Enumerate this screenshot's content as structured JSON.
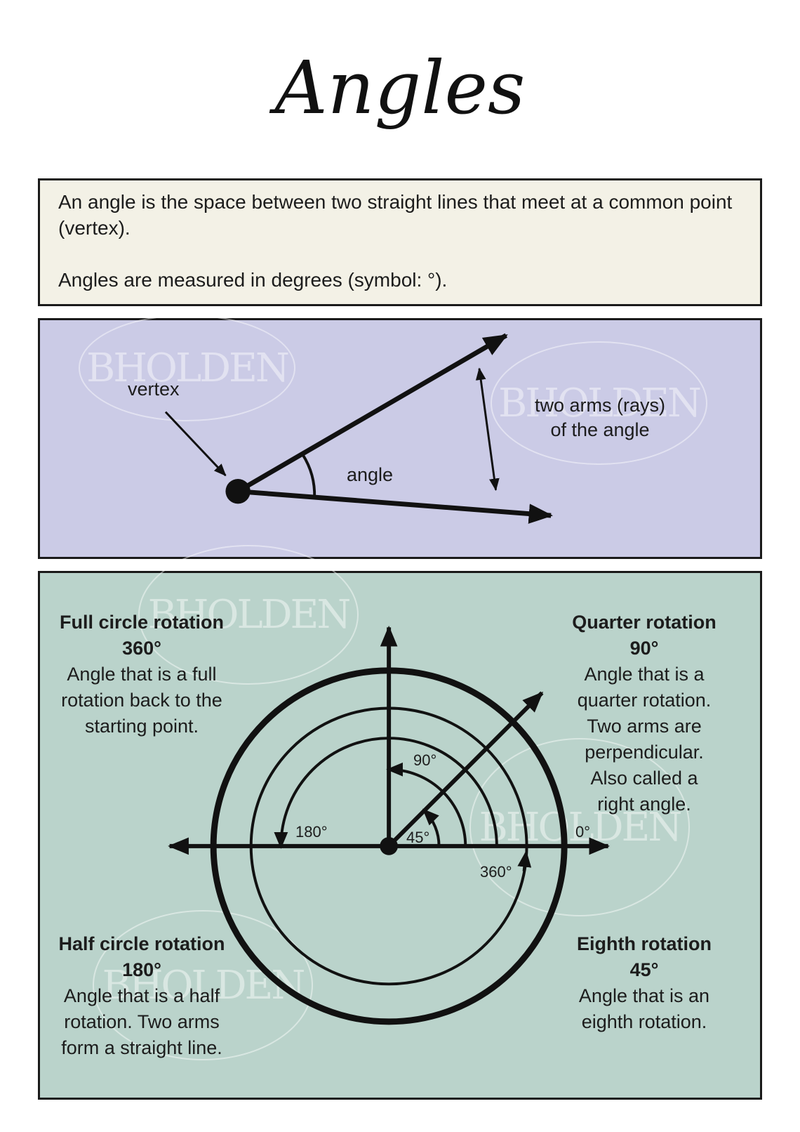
{
  "title": "Angles",
  "definition": {
    "line1": "An angle is the space between two straight lines that meet at a common point (vertex).",
    "line2": "Angles are measured in degrees (symbol: °)."
  },
  "anatomy": {
    "vertex_label": "vertex",
    "angle_label": "angle",
    "arms_label_line1": "two arms (rays)",
    "arms_label_line2": "of the angle"
  },
  "rotations": {
    "full": {
      "heading": "Full circle rotation",
      "degrees": "360°",
      "line1": "Angle that is a full",
      "line2": "rotation back to the",
      "line3": "starting point."
    },
    "quarter": {
      "heading": "Quarter rotation",
      "degrees": "90°",
      "line1": "Angle that is a",
      "line2": "quarter rotation.",
      "line3": "Two arms are",
      "line4": "perpendicular.",
      "line5": "Also called a",
      "line6": "right angle."
    },
    "half": {
      "heading": "Half circle rotation",
      "degrees": "180°",
      "line1": "Angle that is a half",
      "line2": "rotation. Two arms",
      "line3": "form a straight line."
    },
    "eighth": {
      "heading": "Eighth rotation",
      "degrees": "45°",
      "line1": "Angle that is an",
      "line2": "eighth rotation."
    }
  },
  "diagram_labels": {
    "deg_0": "0°",
    "deg_45": "45°",
    "deg_90": "90°",
    "deg_180": "180°",
    "deg_360": "360°"
  },
  "watermark": "BHOLDEN",
  "colors": {
    "definition_bg": "#f3f1e6",
    "anatomy_bg": "#cbcbe6",
    "rotation_bg": "#bad3cb"
  }
}
